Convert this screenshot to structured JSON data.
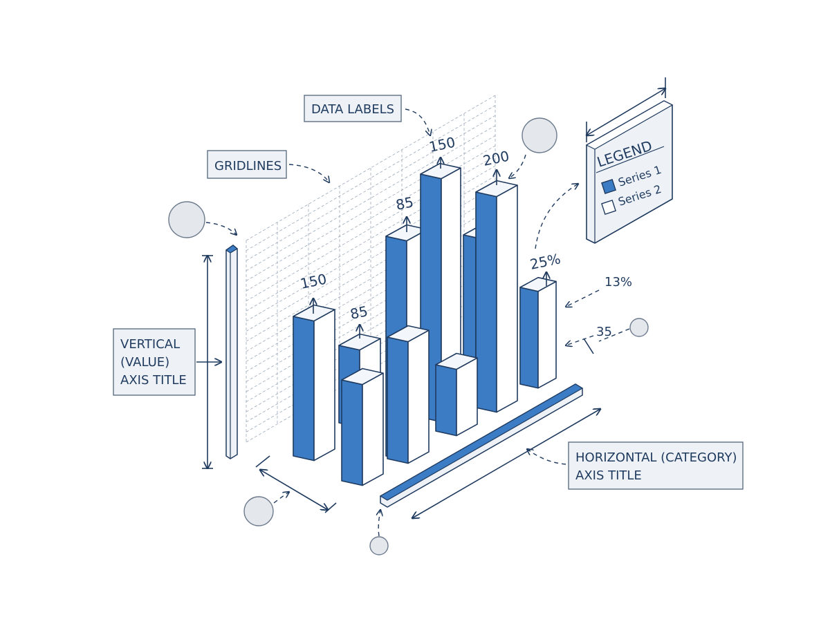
{
  "callouts": {
    "data_labels": "DATA LABELS",
    "gridlines": "GRIDLINES",
    "vertical_axis_title": [
      "VERTICAL",
      "(VALUE)",
      "AXIS TITLE"
    ],
    "horizontal_axis_title": [
      "HORIZONTAL (CATEGORY)",
      "AXIS TITLE"
    ]
  },
  "legend": {
    "title": "LEGEND",
    "items": [
      {
        "label": "Series 1",
        "swatch": "#3b7cc4"
      },
      {
        "label": "Series 2",
        "swatch": "#ffffff"
      }
    ]
  },
  "data_labels": {
    "bar_a": "150",
    "bar_b": "85",
    "bar_c": "85",
    "bar_d": "150",
    "bar_e": "200",
    "bar_f": "25%",
    "annot_13": "13%",
    "annot_35": "35"
  },
  "colors": {
    "ink": "#1f3a5f",
    "bar_blue": "#3b7cc4",
    "bar_top": "#f3f6fa",
    "bar_side": "#ffffff",
    "box_fill": "#eef2f6"
  },
  "icons": [
    "dashed-pointer-arrow",
    "placeholder-circle",
    "dimension-arrow"
  ]
}
